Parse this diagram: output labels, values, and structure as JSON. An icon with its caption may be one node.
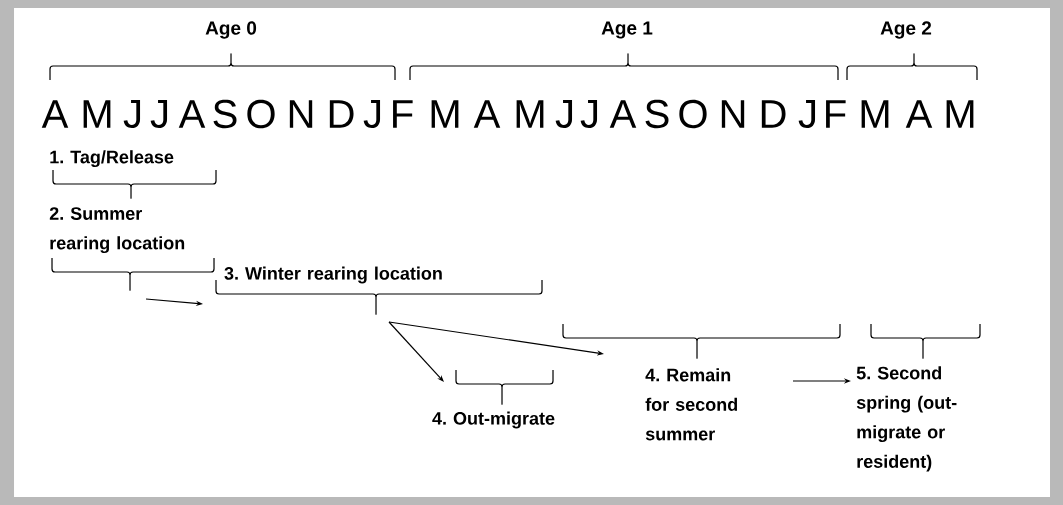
{
  "diagram": {
    "nodes": [
      {
        "text": [
          "1. Tag/Release"
        ]
      },
      {
        "text": [
          "2. Summer rearing location"
        ]
      },
      {
        "text": [
          "3. Winter rearing location"
        ]
      },
      {
        "text": [
          "4. Out-migrate"
        ]
      },
      {
        "text": [
          "4. Remain for second summer"
        ]
      },
      {
        "text": [
          "5. Second spring (out-migrate or resident)"
        ]
      }
    ],
    "edges": [
      {
        "from": 1,
        "to": 2,
        "arrow": "to"
      },
      {
        "from": 2,
        "to": 3,
        "arrow": "to"
      },
      {
        "from": 2,
        "to": 4,
        "arrow": "to"
      },
      {
        "from": 4,
        "to": 5,
        "arrow": "to"
      }
    ],
    "labels": [
      "Age 0",
      "Age 1",
      "Age 2",
      "A",
      "M",
      "J",
      "J",
      "A",
      "S",
      "O",
      "N",
      "D",
      "J",
      "F",
      "M",
      "A",
      "M",
      "J",
      "J",
      "A",
      "S",
      "O",
      "N",
      "D",
      "J",
      "F",
      "M",
      "A",
      "M"
    ]
  }
}
